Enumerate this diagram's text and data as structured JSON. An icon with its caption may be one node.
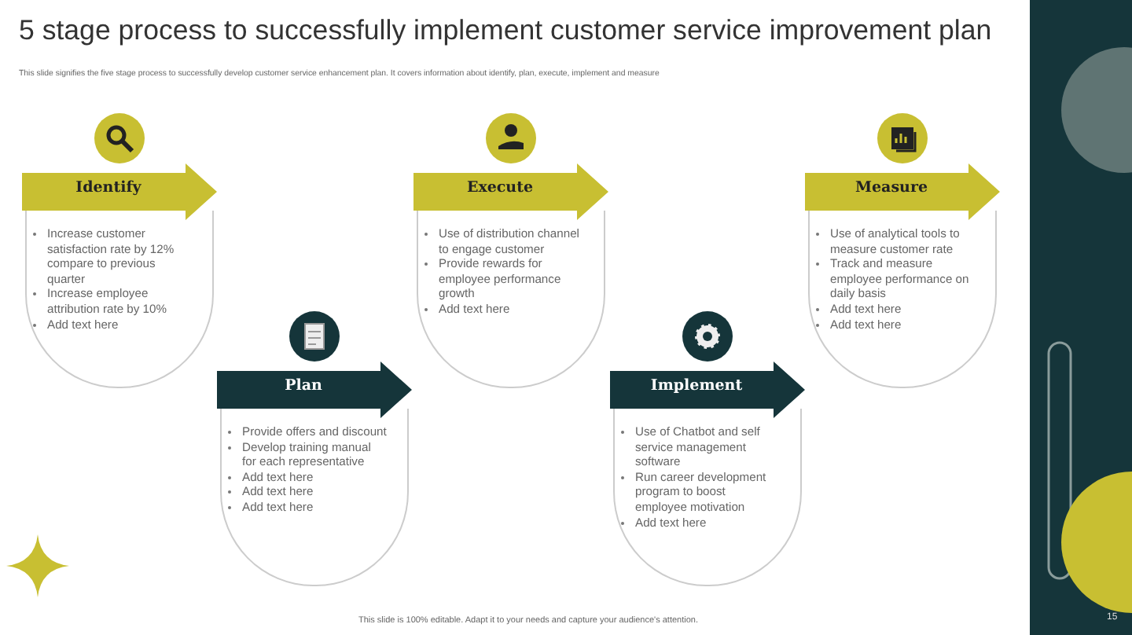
{
  "diagram": {
    "title": "5 stage process to successfully implement customer service improvement plan",
    "nodes": [
      {
        "text": [
          "Identify",
          "Increase customer satisfaction rate by 12% compare to previous quarter",
          "Increase employee attribution rate by 10%",
          "Add text here"
        ]
      },
      {
        "text": [
          "Plan",
          "Provide offers and discount",
          "Develop training manual for each representative",
          "Add text here",
          "Add text here",
          "Add text here"
        ]
      },
      {
        "text": [
          "Execute",
          "Use of distribution channel to engage customer",
          "Provide rewards for employee performance growth",
          "Add text here"
        ]
      },
      {
        "text": [
          "Implement",
          "Use of Chatbot and self service management software",
          "Run career development program to boost employee motivation",
          "Add text here"
        ]
      },
      {
        "text": [
          "Measure",
          "Use of analytical tools to measure customer rate",
          "Track and measure employee performance on daily basis",
          "Add text here",
          "Add text here"
        ]
      }
    ],
    "labels": [
      "This slide signifies the five stage process to successfully develop customer service enhancement plan. It covers information about identify, plan, execute, implement and measure",
      "This slide is 100% editable. Adapt it to your needs and capture your audience's attention.",
      "15"
    ]
  }
}
